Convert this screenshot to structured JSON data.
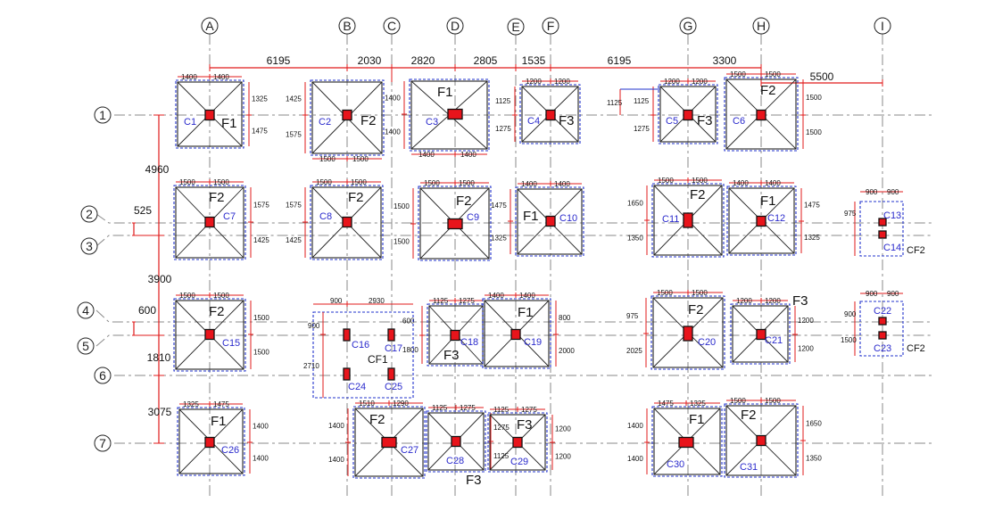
{
  "grid_columns": [
    "A",
    "B",
    "C",
    "D",
    "E",
    "F",
    "G",
    "H",
    "I"
  ],
  "grid_rows": [
    "1",
    "2",
    "3",
    "4",
    "5",
    "6",
    "7"
  ],
  "top_dimensions": [
    "6195",
    "2030",
    "2820",
    "2805",
    "1535",
    "6195",
    "3300",
    "5500"
  ],
  "left_dimensions": [
    "4960",
    "525",
    "3900",
    "600",
    "1810",
    "3075"
  ],
  "footings": {
    "f1": {
      "col": "C1",
      "type": "F1",
      "top_a": "1400",
      "top_b": "1400",
      "side_a": "1325",
      "side_b": "1475"
    },
    "f2": {
      "col": "C2",
      "type": "F2",
      "side_a": "1425",
      "side_b": "1575",
      "bot_a": "1500",
      "bot_b": "1500"
    },
    "f3": {
      "col": "C3",
      "type": "F1",
      "side_a": "1400",
      "side_b": "1400",
      "bot_a": "1400",
      "bot_b": "1400"
    },
    "f4": {
      "col": "C4",
      "type": "F3",
      "top_a": "1200",
      "top_b": "1200",
      "side_a": "1125",
      "side_b": "1275"
    },
    "f5": {
      "col": "C5",
      "type": "F3",
      "top_a": "1200",
      "top_b": "1200",
      "side_a": "1125",
      "side_b": "1275"
    },
    "f6": {
      "col": "C6",
      "type": "F2",
      "top_a": "1500",
      "top_b": "1500",
      "side_a": "1500",
      "side_b": "1500"
    },
    "f7": {
      "col": "C7",
      "type": "F2",
      "top_a": "1500",
      "top_b": "1500",
      "side_a": "1575",
      "side_b": "1425"
    },
    "f8": {
      "col": "C8",
      "type": "F2",
      "top_a": "1500",
      "top_b": "1500",
      "side_a": "1575",
      "side_b": "1425"
    },
    "f9": {
      "col": "C9",
      "type": "F2",
      "top_a": "1500",
      "top_b": "1500",
      "side_a": "1500",
      "side_b": "1500"
    },
    "f10": {
      "col": "C10",
      "type": "F1",
      "top_a": "1400",
      "top_b": "1400",
      "side_a": "1475",
      "side_b": "1325"
    },
    "f11": {
      "col": "C11",
      "type": "F2",
      "top_a": "1500",
      "top_b": "1500",
      "side_a": "1650",
      "side_b": "1350"
    },
    "f12": {
      "col": "C12",
      "type": "F1",
      "top_a": "1400",
      "top_b": "1400",
      "side_a": "1475",
      "side_b": "1325"
    },
    "f13": {
      "col_a": "C13",
      "col_b": "C14",
      "type": "CF2",
      "top_a": "900",
      "top_b": "900",
      "side_a": "975"
    },
    "f15": {
      "col": "C15",
      "type": "F2",
      "top_a": "1500",
      "top_b": "1500",
      "side_a": "1500",
      "side_b": "1500"
    },
    "cf1": {
      "cols": [
        "C16",
        "C17",
        "C24",
        "C25"
      ],
      "type": "CF1",
      "top_a": "900",
      "top_b": "2930",
      "side_a": "900",
      "side_b": "2710"
    },
    "f18": {
      "col": "C18",
      "type": "F3",
      "top_a": "1125",
      "top_b": "1275",
      "side_a": "600",
      "side_b": "1800"
    },
    "f19": {
      "col": "C19",
      "type": "F1",
      "top_a": "1400",
      "top_b": "1400",
      "side_a": "800",
      "side_b": "2000"
    },
    "f20": {
      "col": "C20",
      "type": "F2",
      "top_a": "1500",
      "top_b": "1500",
      "side_a": "975",
      "side_b": "2025"
    },
    "f21": {
      "col": "C21",
      "type": "F3",
      "top_a": "1200",
      "top_b": "1200",
      "side_a": "1200",
      "side_b": "1200"
    },
    "f22": {
      "col_a": "C22",
      "col_b": "C23",
      "type": "CF2",
      "top_a": "900",
      "top_b": "900",
      "side_a": "900",
      "side_b": "1500"
    },
    "f26": {
      "col": "C26",
      "type": "F1",
      "top_a": "1325",
      "top_b": "1475",
      "side_a": "1400",
      "side_b": "1400"
    },
    "f27": {
      "col": "C27",
      "type": "F2",
      "top_a": "1510",
      "top_b": "1290",
      "side_a": "1400",
      "side_b": "1400"
    },
    "f28": {
      "col": "C28",
      "type": "F3",
      "top_a": "1125",
      "top_b": "1275",
      "side_a": "1275",
      "side_b": "1125"
    },
    "f29": {
      "col": "C29",
      "type": "F3",
      "top_a": "1125",
      "top_b": "1275",
      "side_a": "1200",
      "side_b": "1200"
    },
    "f30": {
      "col": "C30",
      "type": "F1",
      "top_a": "1475",
      "top_b": "1325",
      "side_a": "1400",
      "side_b": "1400"
    },
    "f31": {
      "col": "C31",
      "type": "F2",
      "top_a": "1500",
      "top_b": "1500",
      "side_a": "1650",
      "side_b": "1350"
    }
  },
  "extra_dims": {
    "c5_left": "1125"
  },
  "colors": {
    "column": "#e8141b",
    "outline": "#2233cc",
    "dimension": "#e01b1b"
  }
}
